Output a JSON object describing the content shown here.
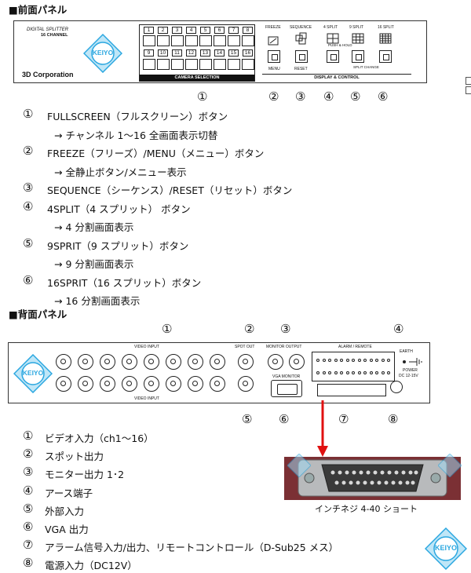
{
  "front": {
    "heading": "■前面パネル",
    "brand_line1": "DIGITAL SPLITTER",
    "brand_line2": "16 CHANNEL",
    "company": "3D Corporation",
    "watermark": "KEIYO",
    "channels": [
      "1",
      "2",
      "3",
      "4",
      "5",
      "6",
      "7",
      "8",
      "9",
      "10",
      "11",
      "12",
      "13",
      "14",
      "15",
      "16"
    ],
    "camera_selection": "CAMERA SELECTION",
    "freeze": "FREEZE",
    "sequence": "SEQUENCE",
    "split4": "4 SPLIT",
    "split9": "9 SPLIT",
    "split16": "16 SPLIT",
    "push_hold": "PUSH & HOLD",
    "split_change": "SPLIT CHANGE",
    "menu": "MENU",
    "reset": "RESET",
    "display_control": "DISPLAY & CONTROL",
    "markers": [
      "①",
      "②",
      "③",
      "④",
      "⑤",
      "⑥"
    ]
  },
  "front_list": [
    {
      "num": "①",
      "text": "FULLSCREEN（フルスクリーン）ボタン",
      "sub": "→ チャンネル 1～16  全画面表示切替"
    },
    {
      "num": "②",
      "text": "FREEZE（フリーズ）/MENU（メニュー）ボタン",
      "sub": "→ 全静止ボタン/メニュー表示"
    },
    {
      "num": "③",
      "text": "SEQUENCE（シーケンス）/RESET（リセット）ボタン",
      "sub": ""
    },
    {
      "num": "④",
      "text": "4SPLIT（4 スプリット） ボタン",
      "sub": "→ 4 分割画面表示"
    },
    {
      "num": "⑤",
      "text": "9SPRIT（9 スプリット）ボタン",
      "sub": "→ 9 分割画面表示"
    },
    {
      "num": "⑥",
      "text": "16SPRIT（16 スプリット）ボタン",
      "sub": "→ 16 分割画面表示"
    }
  ],
  "rear": {
    "heading": "■背面パネル",
    "video_input": "VIDEO INPUT",
    "spot_out": "SPOT OUT",
    "monitor_output": "MONITOR OUTPUT",
    "vga_monitor": "VGA MONITOR",
    "alarm_remote": "ALARM / REMOTE",
    "earth": "EARTH",
    "power": "POWER",
    "dc": "DC 12-15V",
    "watermark": "KEIYO",
    "top_markers": [
      "①",
      "②",
      "③",
      "④"
    ],
    "bottom_markers": [
      "⑤",
      "⑥",
      "⑦",
      "⑧"
    ]
  },
  "rear_list": [
    {
      "num": "①",
      "text": "ビデオ入力（ch1～16）"
    },
    {
      "num": "②",
      "text": "スポット出力"
    },
    {
      "num": "③",
      "text": "モニター出力 1･2"
    },
    {
      "num": "④",
      "text": "アース端子"
    },
    {
      "num": "⑤",
      "text": "外部入力"
    },
    {
      "num": "⑥",
      "text": "VGA 出力"
    },
    {
      "num": "⑦",
      "text": "アラーム信号入力/出力、リモートコントロール（D-Sub25  メス）"
    },
    {
      "num": "⑧",
      "text": "電源入力（DC12V）"
    }
  ],
  "photo_caption": "インチネジ  4-40  ショート",
  "photo_watermark": "KEIYO",
  "page_watermark": "KEIYO",
  "colors": {
    "arrow": "#e01010",
    "watermark": "#2aa7e0"
  }
}
